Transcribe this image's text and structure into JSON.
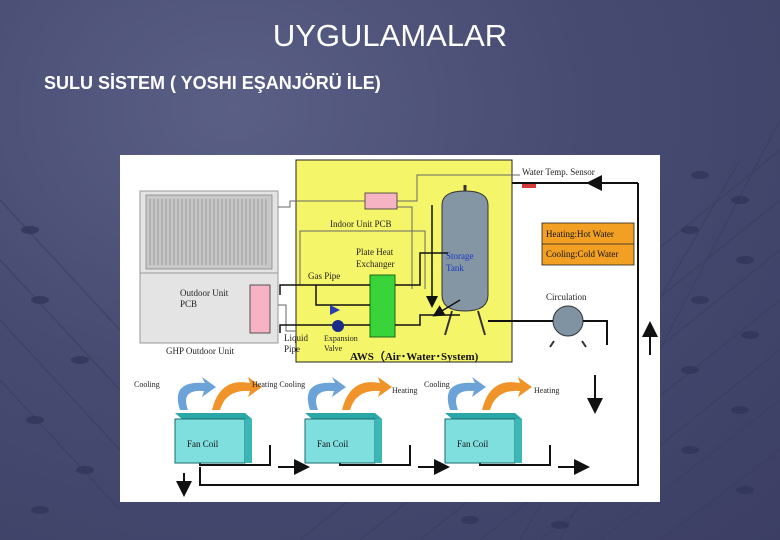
{
  "slide": {
    "title": "UYGULAMALAR",
    "subtitle": "SULU SİSTEM ( YOSHI EŞANJÖRÜ İLE)"
  },
  "diagram": {
    "labels": {
      "water_temp_sensor": "Water Temp. Sensor",
      "indoor_unit_pcb": "Indoor Unit PCB",
      "storage_tank_1": "Storage",
      "storage_tank_2": "Tank",
      "plate_heat_1": "Plate Heat",
      "plate_heat_2": "Exchanger",
      "gas_pipe": "Gas Pipe",
      "outdoor_pcb_1": "Outdoor Unit",
      "outdoor_pcb_2": "PCB",
      "ghp_outdoor_unit": "GHP Outdoor Unit",
      "liquid_pipe_1": "Liquid",
      "liquid_pipe_2": "Pipe",
      "expansion_valve_1": "Expansion",
      "expansion_valve_2": "Valve",
      "aws": "AWS（Air･Water･System)",
      "heating_hot_water": "Heating:Hot Water",
      "cooling_cold_water": "Cooling:Cold Water",
      "circulation": "Circulation",
      "cooling": "Cooling",
      "heating": "Heating",
      "heating_cooling": "Heating Cooling",
      "fan_coil": "Fan Coil"
    },
    "colors": {
      "aws_box": "#f5f56a",
      "legend_box": "#f2a024",
      "fan_coil": "#7fdede",
      "tank": "#8496a4",
      "pcb": "#f6b3c4",
      "exchanger": "#39d439",
      "heat_arrow": "#f0942a",
      "cool_arrow": "#6ba2d8"
    }
  }
}
